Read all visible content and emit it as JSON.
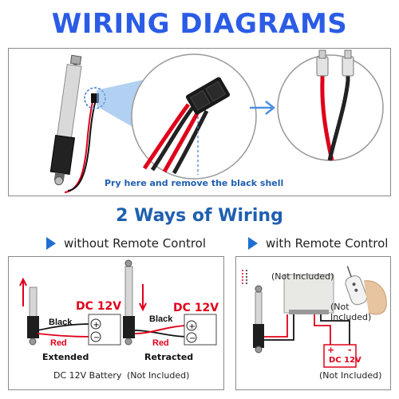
{
  "title": "WIRING DIAGRAMS",
  "top_panel": {
    "caption": "Pry here and remove the black shell"
  },
  "section_title": "2 Ways of Wiring",
  "modes": [
    {
      "label": "without Remote Control"
    },
    {
      "label": "with Remote Control"
    }
  ],
  "left_panel": {
    "voltage_a": "DC 12V",
    "voltage_b": "DC 12V",
    "black_a": "Black",
    "red_a": "Red",
    "black_b": "Black",
    "red_b": "Red",
    "state_a": "Extended",
    "state_b": "Retracted",
    "battery_note": "DC 12V Battery",
    "not_included": "(Not Included)"
  },
  "right_panel": {
    "not_included_controller": "(Not Included)",
    "not_included_remote": "(Not Included)",
    "not_included_battery": "(Not Included)",
    "battery_label": "DC 12V",
    "plus": "+",
    "minus": "-"
  },
  "colors": {
    "title_blue": "#2b5ce6",
    "section_blue": "#1f5fb0",
    "wire_red": "#e0001a",
    "arrow_blue": "#4a90e2"
  }
}
